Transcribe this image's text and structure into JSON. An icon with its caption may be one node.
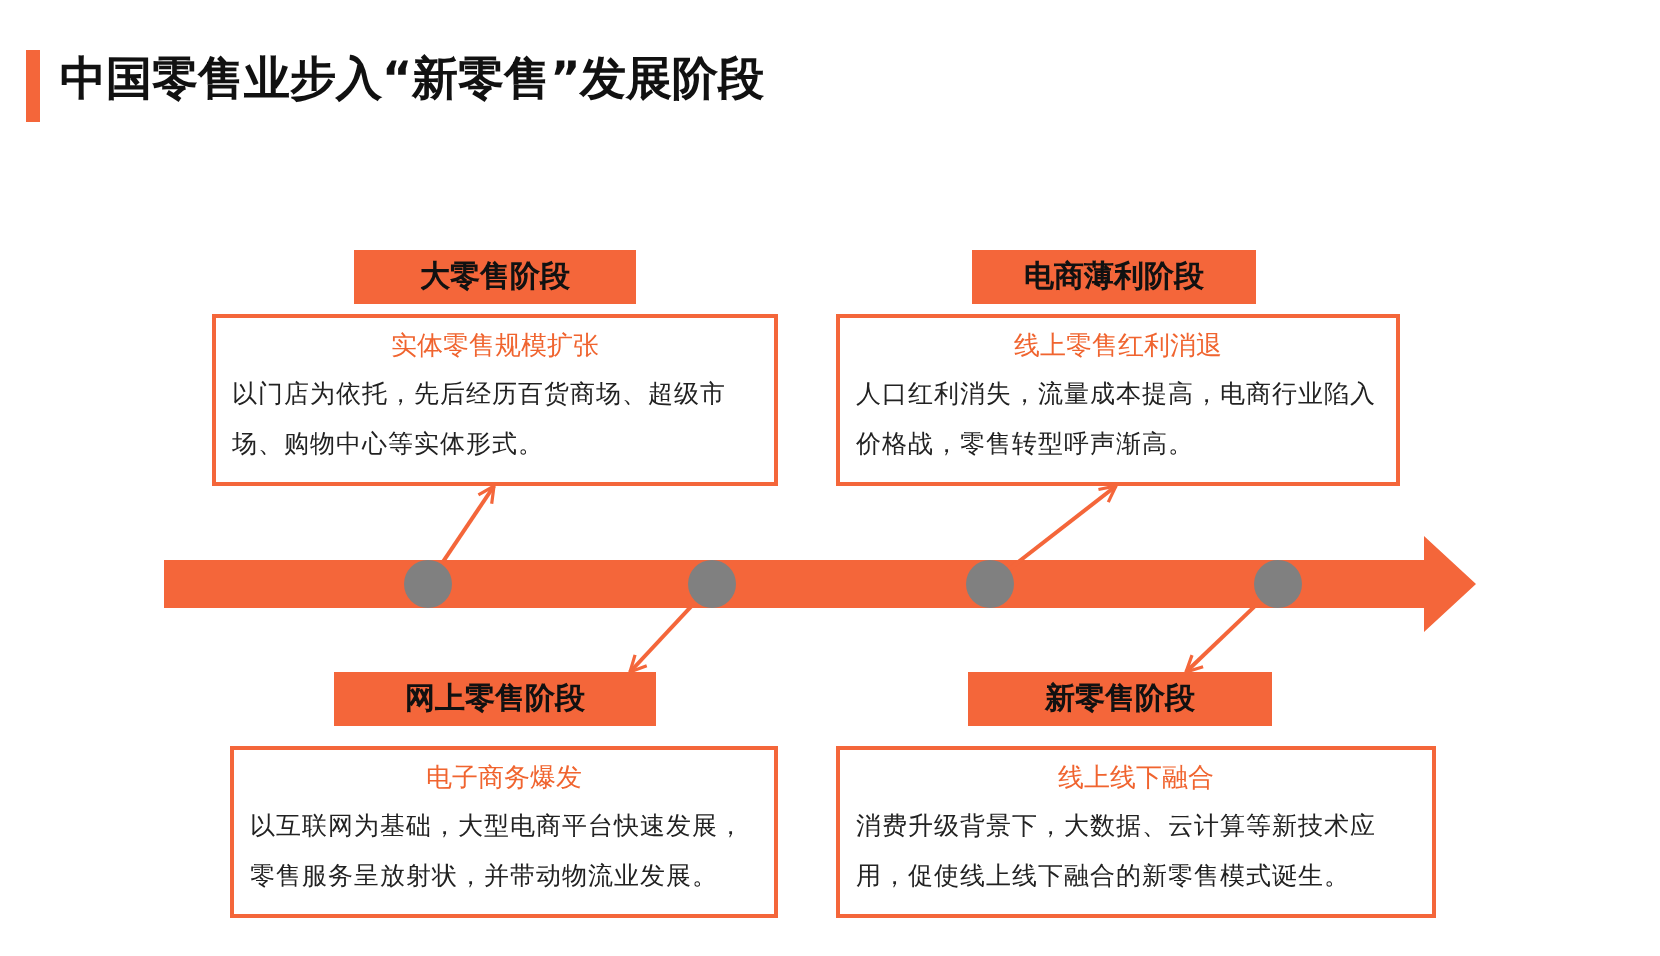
{
  "diagram": {
    "title": "中国零售业步入“新零售”发展阶段",
    "nodes": [
      {
        "text": [
          "大零售阶段"
        ]
      },
      {
        "text": [
          "实体零售规模扩张",
          "以门店为依托，先后经历百货商场、超级市场、购物中心等实体形式。"
        ]
      },
      {
        "text": [
          "电商薄利阶段"
        ]
      },
      {
        "text": [
          "线上零售红利消退",
          "人口红利消失，流量成本提高，电商行业陷入价格战，零售转型呼声渐高。"
        ]
      },
      {
        "text": [],
        "shape": "circle"
      },
      {
        "text": [],
        "shape": "circle"
      },
      {
        "text": [],
        "shape": "circle"
      },
      {
        "text": [],
        "shape": "circle"
      },
      {
        "text": [
          "网上零售阶段"
        ]
      },
      {
        "text": [
          "电子商务爆发",
          "以互联网为基础，大型电商平台快速发展，零售服务呈放射状，并带动物流业发展。"
        ]
      },
      {
        "text": [
          "新零售阶段"
        ]
      },
      {
        "text": [
          "线上线下融合",
          "消费升级背景下，大数据、云计算等新技术应用，促使线上线下融合的新零售模式诞生。"
        ]
      }
    ],
    "edges": [
      {
        "from": 4,
        "to": 1,
        "arrow": "to"
      },
      {
        "from": 5,
        "to": 8,
        "arrow": "to"
      },
      {
        "from": 6,
        "to": 3,
        "arrow": "to"
      },
      {
        "from": 7,
        "to": 10,
        "arrow": "to"
      }
    ]
  }
}
